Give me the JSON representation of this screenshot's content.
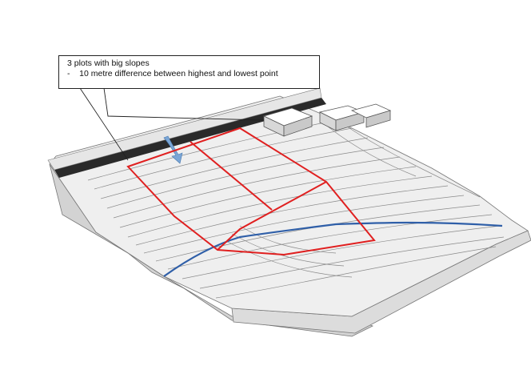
{
  "annotation": {
    "title": "3 plots with big slopes",
    "bullet": "-",
    "detail": "10 metre difference between highest and lowest point"
  },
  "colors": {
    "plot_boundary": "#e02020",
    "stream": "#2f5fa8",
    "road": "#2a2a2a",
    "terrain_top": "#efefef",
    "terrain_side": "#d6d6d6",
    "contour": "#8a8a8a",
    "arrow": "#7aa6d6"
  },
  "plots_count": 3
}
